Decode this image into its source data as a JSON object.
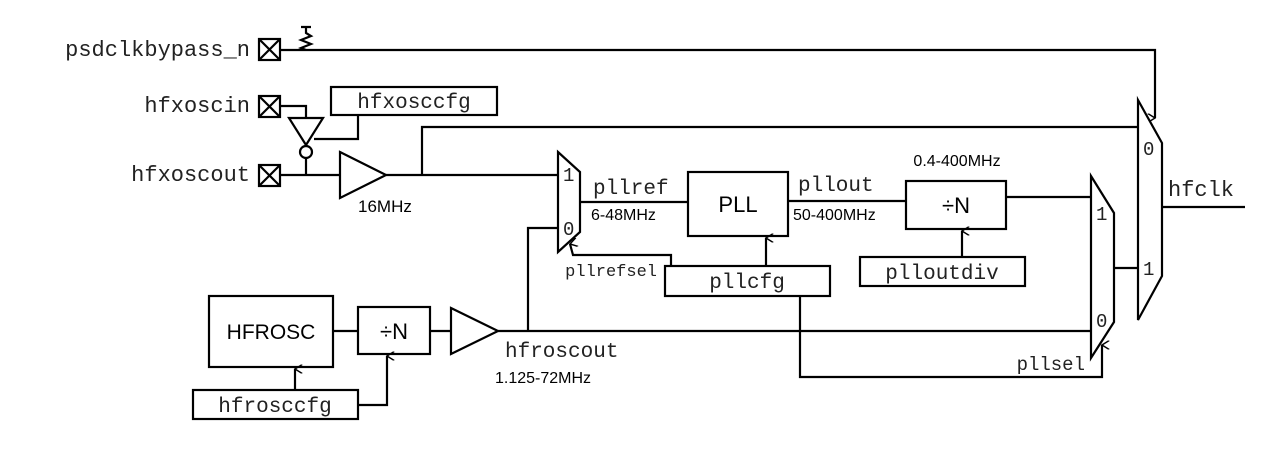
{
  "diagram": {
    "title": "",
    "pins": {
      "psdclkbypass": "psdclkbypass_n",
      "hfxoscin": "hfxoscin",
      "hfxoscout": "hfxoscout"
    },
    "config_registers": {
      "hfxosccfg": "hfxosccfg",
      "pllcfg": "pllcfg",
      "plloutdiv": "plloutdiv",
      "hfrosccfg": "hfrosccfg"
    },
    "blocks": {
      "pll": "PLL",
      "pll_divider": "÷N",
      "hfrosc": "HFROSC",
      "hfrosc_divider": "÷N"
    },
    "signals": {
      "pllref": "pllref",
      "pllout": "pllout",
      "pllrefsel": "pllrefsel",
      "pllsel": "pllsel",
      "hfroscout": "hfroscout",
      "hfclk": "hfclk"
    },
    "frequencies": {
      "hfxosc": "16MHz",
      "pllref": "6-48MHz",
      "pllout": "50-400MHz",
      "divider_out": "0.4-400MHz",
      "hfrosc": "1.125-72MHz"
    },
    "mux_inputs": {
      "pllref_mux": [
        "1",
        "0"
      ],
      "pllsel_mux": [
        "1",
        "0"
      ],
      "hfclk_mux": [
        "0",
        "1"
      ]
    }
  }
}
